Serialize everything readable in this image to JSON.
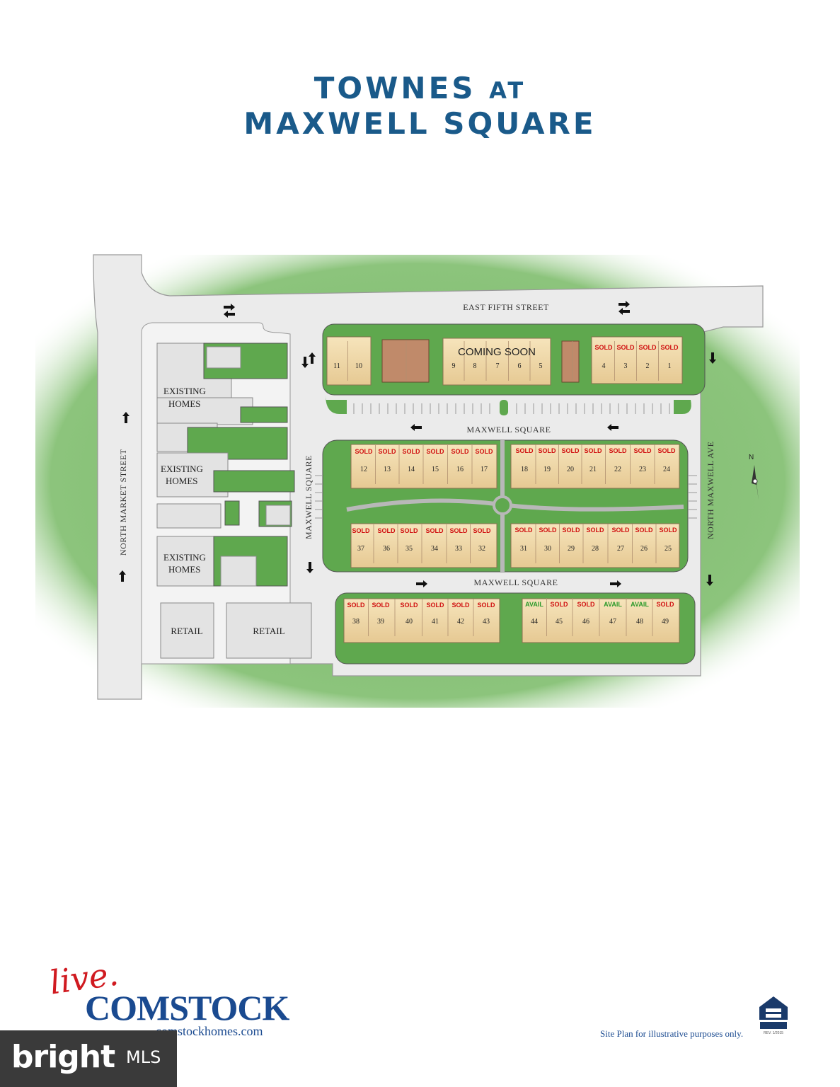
{
  "title": {
    "line1_main": "TOWNES",
    "line1_small": "AT",
    "line2": "MAXWELL SQUARE"
  },
  "streets": {
    "east_fifth": "EAST FIFTH STREET",
    "maxwell_top": "MAXWELL SQUARE",
    "maxwell_bottom": "MAXWELL SQUARE",
    "maxwell_left": "MAXWELL SQUARE",
    "north_market": "NORTH MARKET STREET",
    "north_maxwell": "NORTH MAXWELL AVE"
  },
  "blocks": {
    "existing_1": [
      "EXISTING",
      "HOMES"
    ],
    "existing_2": [
      "EXISTING",
      "HOMES"
    ],
    "existing_3": [
      "EXISTING",
      "HOMES"
    ],
    "retail_1": "RETAIL",
    "retail_2": "RETAIL",
    "coming_soon": "COMING SOON"
  },
  "units": {
    "row_a": [
      {
        "num": "11",
        "status": ""
      },
      {
        "num": "10",
        "status": ""
      },
      {
        "num": "9",
        "status": ""
      },
      {
        "num": "8",
        "status": ""
      },
      {
        "num": "7",
        "status": ""
      },
      {
        "num": "6",
        "status": ""
      },
      {
        "num": "5",
        "status": ""
      },
      {
        "num": "4",
        "status": "SOLD"
      },
      {
        "num": "3",
        "status": "SOLD"
      },
      {
        "num": "2",
        "status": "SOLD"
      },
      {
        "num": "1",
        "status": "SOLD"
      }
    ],
    "row_b_left": [
      {
        "num": "12",
        "status": "SOLD"
      },
      {
        "num": "13",
        "status": "SOLD"
      },
      {
        "num": "14",
        "status": "SOLD"
      },
      {
        "num": "15",
        "status": "SOLD"
      },
      {
        "num": "16",
        "status": "SOLD"
      },
      {
        "num": "17",
        "status": "SOLD"
      }
    ],
    "row_b_right": [
      {
        "num": "18",
        "status": "SOLD"
      },
      {
        "num": "19",
        "status": "SOLD"
      },
      {
        "num": "20",
        "status": "SOLD"
      },
      {
        "num": "21",
        "status": "SOLD"
      },
      {
        "num": "22",
        "status": "SOLD"
      },
      {
        "num": "23",
        "status": "SOLD"
      },
      {
        "num": "24",
        "status": "SOLD"
      }
    ],
    "row_c_left": [
      {
        "num": "37",
        "status": "SOLD"
      },
      {
        "num": "36",
        "status": "SOLD"
      },
      {
        "num": "35",
        "status": "SOLD"
      },
      {
        "num": "34",
        "status": "SOLD"
      },
      {
        "num": "33",
        "status": "SOLD"
      },
      {
        "num": "32",
        "status": "SOLD"
      }
    ],
    "row_c_right": [
      {
        "num": "31",
        "status": "SOLD"
      },
      {
        "num": "30",
        "status": "SOLD"
      },
      {
        "num": "29",
        "status": "SOLD"
      },
      {
        "num": "28",
        "status": "SOLD"
      },
      {
        "num": "27",
        "status": "SOLD"
      },
      {
        "num": "26",
        "status": "SOLD"
      },
      {
        "num": "25",
        "status": "SOLD"
      }
    ],
    "row_d_left": [
      {
        "num": "38",
        "status": "SOLD"
      },
      {
        "num": "39",
        "status": "SOLD"
      },
      {
        "num": "40",
        "status": "SOLD"
      },
      {
        "num": "41",
        "status": "SOLD"
      },
      {
        "num": "42",
        "status": "SOLD"
      },
      {
        "num": "43",
        "status": "SOLD"
      }
    ],
    "row_d_right": [
      {
        "num": "44",
        "status": "AVAIL"
      },
      {
        "num": "45",
        "status": "SOLD"
      },
      {
        "num": "46",
        "status": "SOLD"
      },
      {
        "num": "47",
        "status": "AVAIL"
      },
      {
        "num": "48",
        "status": "AVAIL"
      },
      {
        "num": "49",
        "status": "SOLD"
      }
    ]
  },
  "compass": "N",
  "logo": {
    "live": "live.",
    "brand": "COMSTOCK",
    "url": "comstockhomes.com"
  },
  "watermark": {
    "bright": "bright",
    "mls": "MLS"
  },
  "disclaimer": "Site Plan for illustrative purposes only.",
  "eho_rev": "REV. 1/2015",
  "colors": {
    "title": "#1a5a8a",
    "sold": "#d01010",
    "avail": "#2a9a2a",
    "grass": "#6aaa5a",
    "road": "#e8e8e8",
    "unit": "#f0d9a8"
  }
}
